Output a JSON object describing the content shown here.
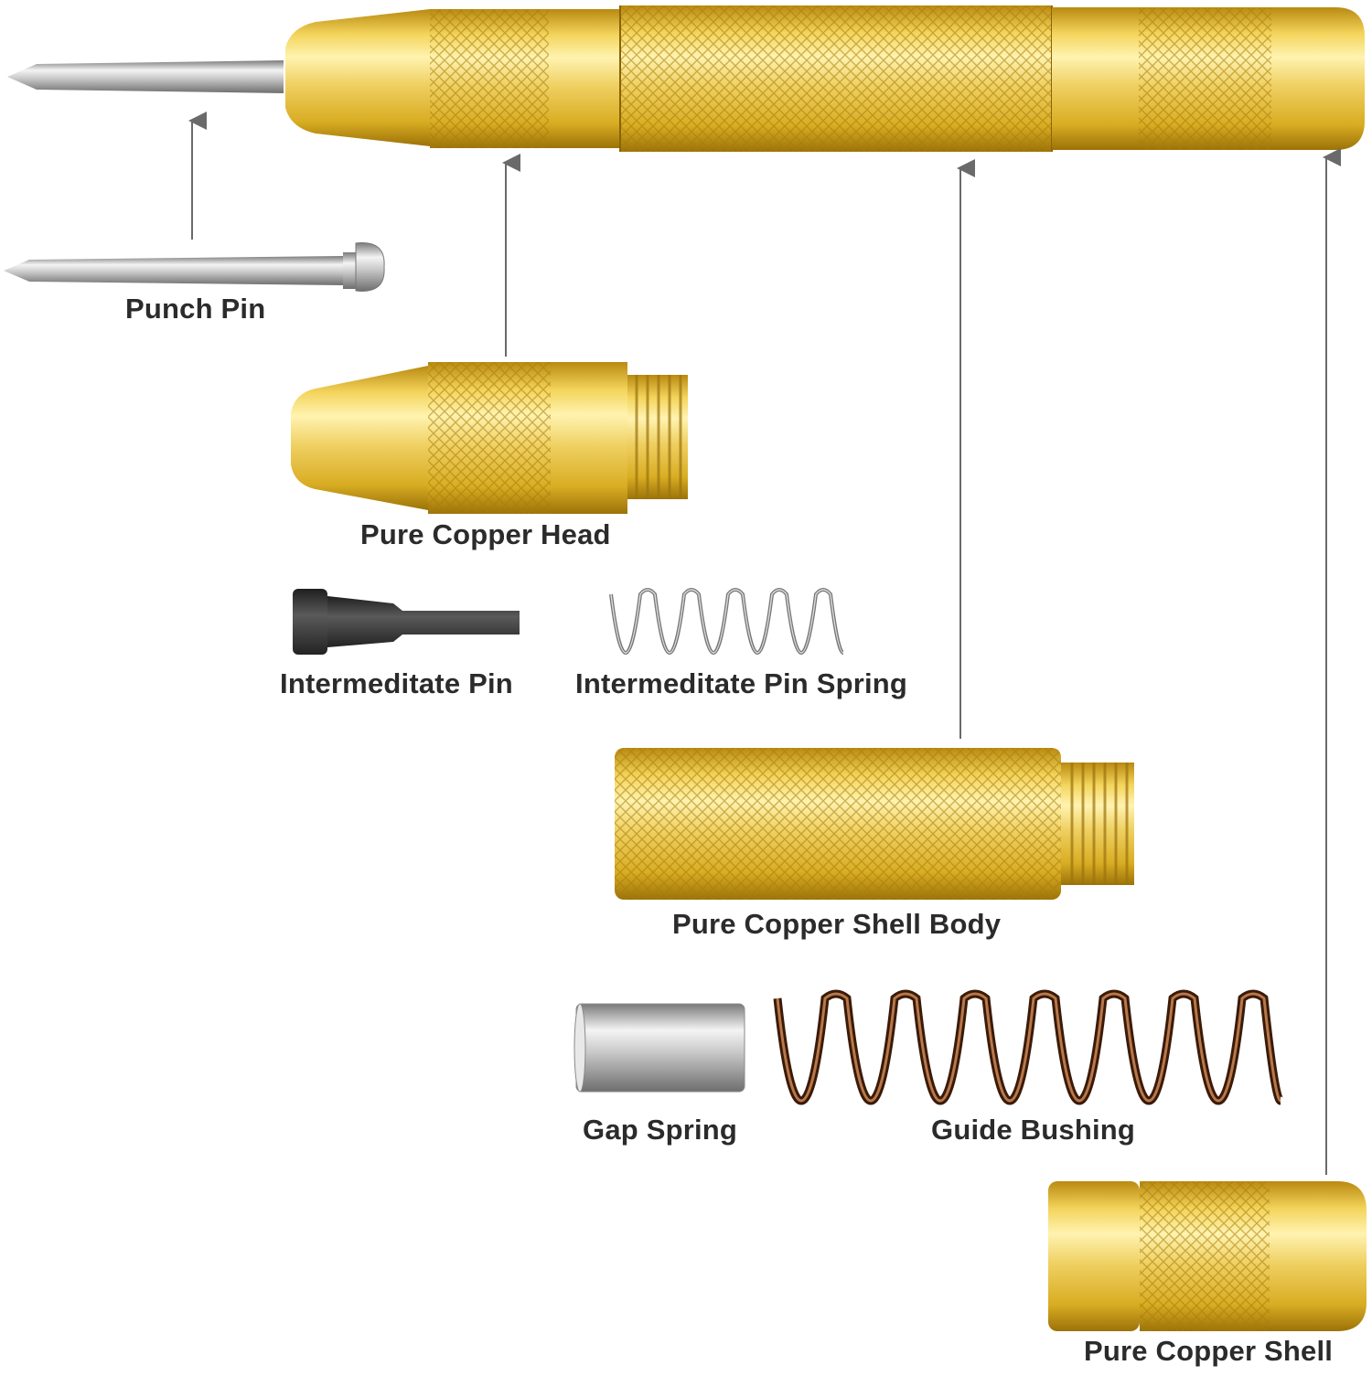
{
  "parts": [
    {
      "id": "punch_pin",
      "label": "Punch Pin"
    },
    {
      "id": "copper_head",
      "label": "Pure Copper Head"
    },
    {
      "id": "intermediate_pin",
      "label": "Intermeditate Pin"
    },
    {
      "id": "intermediate_pin_spring",
      "label": "Intermeditate Pin Spring"
    },
    {
      "id": "shell_body",
      "label": "Pure Copper Shell Body"
    },
    {
      "id": "gap_spring",
      "label": "Gap Spring"
    },
    {
      "id": "guide_bushing",
      "label": "Guide Bushing"
    },
    {
      "id": "copper_shell",
      "label": "Pure Copper Shell"
    }
  ],
  "colors": {
    "gold_light": "#f7e27a",
    "gold_mid": "#e3bd2c",
    "gold_dark": "#b98a10",
    "steel_light": "#f2f2f2",
    "steel_mid": "#b8b8b8",
    "steel_dark": "#6e6e6e",
    "black_steel": "#3a3a3a",
    "bronze_spring": "#8a4a1e",
    "arrow": "#6a6a6a",
    "label": "#2b2b2b"
  }
}
